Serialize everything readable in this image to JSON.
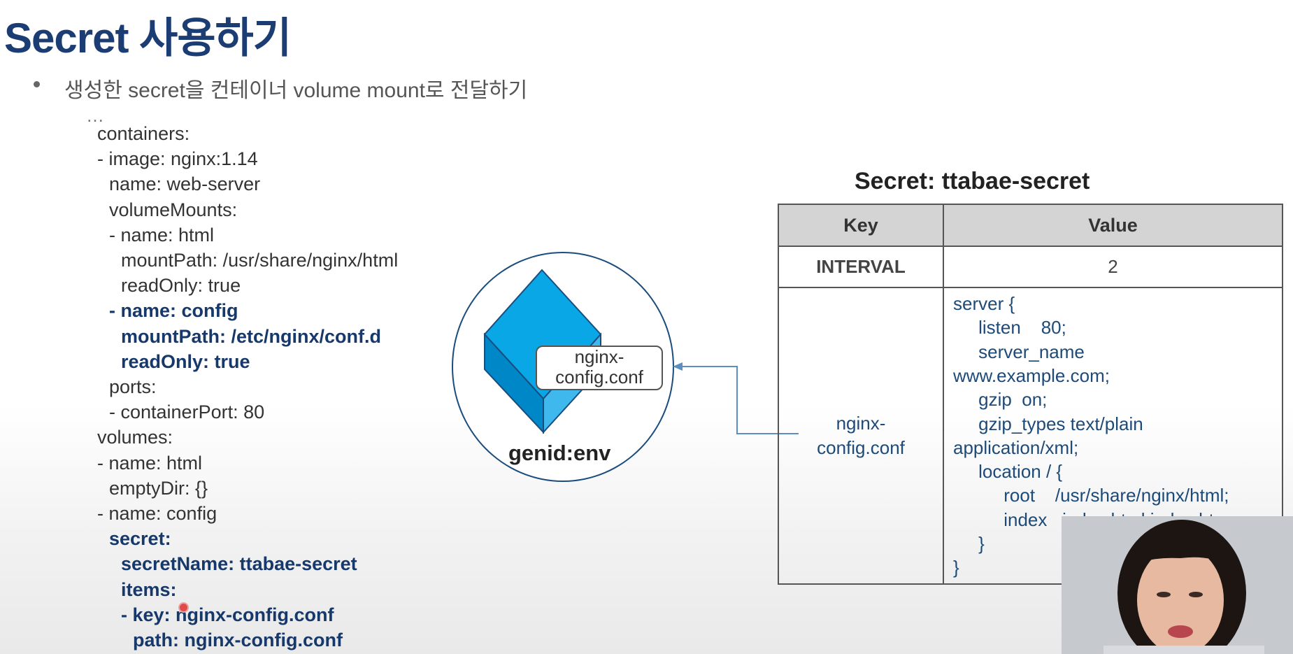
{
  "slide": {
    "title": "Secret 사용하기",
    "bullet": "생성한 secret을  컨테이너 volume mount로 전달하기",
    "ellipsis": "…"
  },
  "code_lines": [
    {
      "text": "containers:",
      "bold": false
    },
    {
      "text": "- image: nginx:1.14",
      "bold": false
    },
    {
      "text": "  name: web-server",
      "bold": false
    },
    {
      "text": "  volumeMounts:",
      "bold": false
    },
    {
      "text": "  - name: html",
      "bold": false
    },
    {
      "text": "    mountPath: /usr/share/nginx/html",
      "bold": false
    },
    {
      "text": "    readOnly: true",
      "bold": false
    },
    {
      "text": "  - name: config",
      "bold": true
    },
    {
      "text": "    mountPath: /etc/nginx/conf.d",
      "bold": true
    },
    {
      "text": "    readOnly: true",
      "bold": true
    },
    {
      "text": "  ports:",
      "bold": false
    },
    {
      "text": "  - containerPort: 80",
      "bold": false
    },
    {
      "text": "volumes:",
      "bold": false
    },
    {
      "text": "- name: html",
      "bold": false
    },
    {
      "text": "  emptyDir: {}",
      "bold": false
    },
    {
      "text": "- name: config",
      "bold": false
    },
    {
      "text": "  secret:",
      "bold": true
    },
    {
      "text": "    secretName: ttabae-secret",
      "bold": true
    },
    {
      "text": "    items:",
      "bold": true
    },
    {
      "text": "    - key: nginx-config.conf",
      "bold": true
    },
    {
      "text": "      path: nginx-config.conf",
      "bold": true
    }
  ],
  "diagram": {
    "file_label_line1": "nginx-",
    "file_label_line2": "config.conf",
    "container_label": "genid:env",
    "cube_colors": {
      "top": "#0aa7e6",
      "left": "#0087c8",
      "front": "#3fb8ee",
      "outline": "#1a4d7e"
    },
    "arrow_color": "#5b8fbf"
  },
  "secret": {
    "title": "Secret: ttabae-secret",
    "header_key": "Key",
    "header_value": "Value",
    "row1_key": "INTERVAL",
    "row1_value": "2",
    "row2_key_line1": "nginx-",
    "row2_key_line2": "config.conf",
    "row2_value_lines": [
      "server {",
      "     listen    80;",
      "     server_name",
      "www.example.com;",
      "     gzip  on;",
      "     gzip_types text/plain",
      "application/xml;",
      "     location / {",
      "          root    /usr/share/nginx/html;",
      "          index   index.html index.htm;",
      "     }",
      "}"
    ]
  }
}
